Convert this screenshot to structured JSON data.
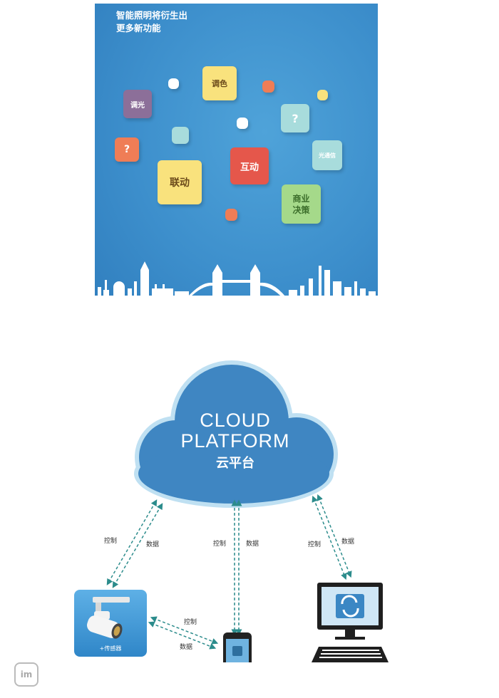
{
  "poster": {
    "heading_line1": "智能照明将衍生出",
    "heading_line2": "更多新功能",
    "tiles": {
      "tiaose": "调色",
      "tiaoguang": "调光",
      "question1": "?",
      "question2": "?",
      "guangtongxin": "光通信",
      "hudong": "互动",
      "liandong": "联动",
      "shangye_line1": "商业",
      "shangye_line2": "决策"
    },
    "colors": {
      "background": "#3d8fcc",
      "tile_yellow": "#f9e27d",
      "tile_red": "#e5574b",
      "tile_orange": "#ef7d56",
      "tile_purple": "#8c6f99",
      "tile_green": "#a5d98a",
      "tile_teal": "#a8dcdc"
    }
  },
  "diagram": {
    "cloud": {
      "line1": "CLOUD",
      "line2": "PLATFORM",
      "line3": "云平台",
      "color": "#3f86c2"
    },
    "links": {
      "left_control": "控制",
      "left_data": "数据",
      "center_control": "控制",
      "center_data": "数据",
      "right_control": "控制",
      "right_data": "数据",
      "sensor_phone_control": "控制",
      "sensor_phone_data": "数据"
    },
    "sensor": {
      "label": "+传感器"
    },
    "watermark": "im",
    "arrow_color": "#2c8c8c"
  }
}
